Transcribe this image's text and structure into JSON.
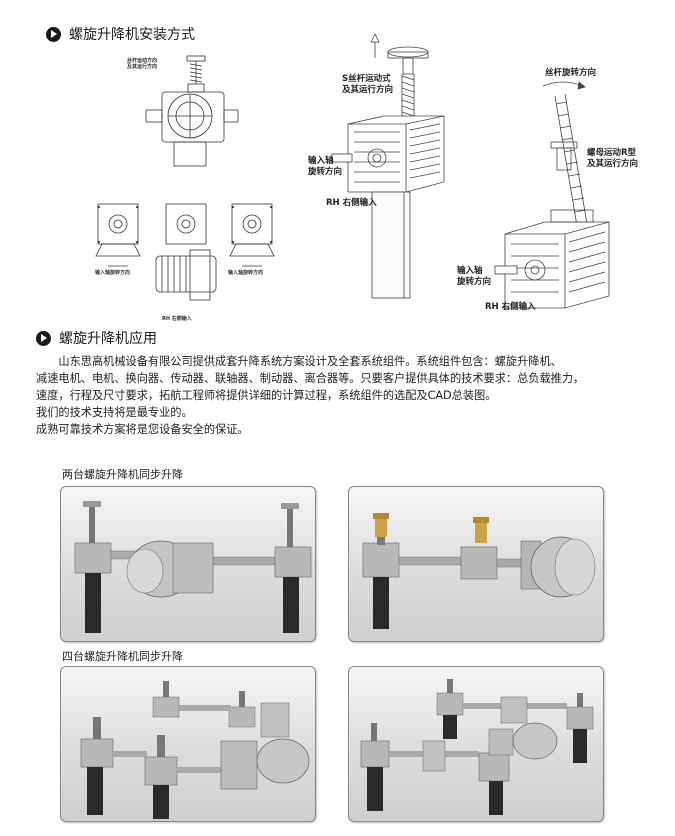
{
  "section1": {
    "title": "螺旋升降机安装方式"
  },
  "section2": {
    "title": "螺旋升降机应用"
  },
  "drawing_left": {
    "top_note": [
      "丝杆运动方向",
      "及其运行方向"
    ],
    "bottom_note_left": "输入轴旋转方向",
    "bottom_note_right": "输入轴旋转方向",
    "bottom_note_motor": "RH 右侧输入"
  },
  "drawing_center": {
    "s_label": [
      "S丝杆运动式",
      "及其运行方向"
    ],
    "input_label": [
      "输入轴",
      "旋转方向"
    ],
    "rh_label": "RH  右侧输入"
  },
  "drawing_right": {
    "rotate_label": "丝杆旋转方向",
    "nut_label": [
      "螺母运动R型",
      "及其运行方向"
    ],
    "input_label": [
      "输入轴",
      "旋转方向"
    ],
    "rh_label": "RH  右侧输入"
  },
  "paragraph": [
    "　　山东思高机械设备有限公司提供成套升降系统方案设计及全套系统组件。系统组件包含：螺旋升降机、",
    "减速电机、电机、换向器、传动器、联轴器、制动器、离合器等。只要客户提供具体的技术要求：总负载推力，",
    "速度，行程及尺寸要求，拓航工程师将提供详细的计算过程，系统组件的选配及CAD总装图。",
    "我们的技术支持将是最专业的。",
    "成熟可靠技术方案将是您设备安全的保证。"
  ],
  "captions": {
    "two": "两台螺旋升降机同步升降",
    "four": "四台螺旋升降机同步升降"
  },
  "colors": {
    "bullet": "#1a1a1a",
    "photo_bg": "#dcdcdc",
    "column": "#2a2a2a",
    "brass": "#c9a24a"
  }
}
